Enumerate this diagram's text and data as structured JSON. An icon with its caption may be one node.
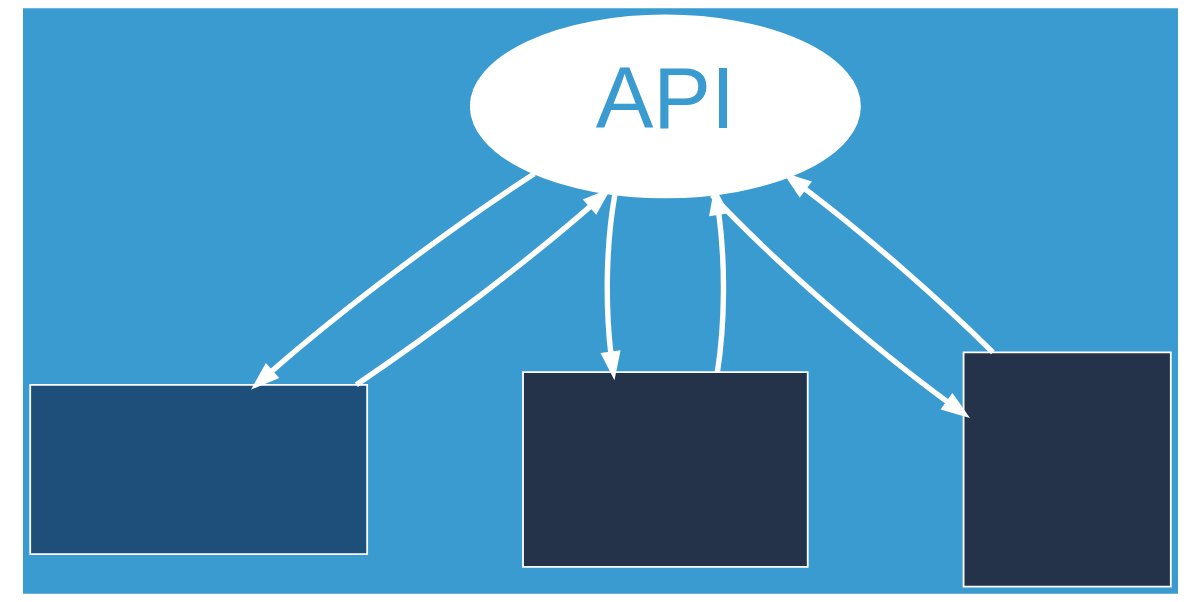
{
  "diagram": {
    "nodes": [
      {
        "text": [
          "API"
        ]
      },
      {
        "text": [],
        "shape": "box"
      },
      {
        "text": [],
        "shape": "box"
      },
      {
        "text": [],
        "shape": "box"
      }
    ],
    "edges": [
      {
        "from": 1,
        "to": 0,
        "arrow": "to"
      },
      {
        "from": 0,
        "to": 1,
        "arrow": "to"
      },
      {
        "from": 2,
        "to": 0,
        "arrow": "to"
      },
      {
        "from": 0,
        "to": 2,
        "arrow": "to"
      },
      {
        "from": 0,
        "to": 3,
        "arrow": "to"
      },
      {
        "from": 3,
        "to": 0,
        "arrow": "to"
      }
    ]
  }
}
